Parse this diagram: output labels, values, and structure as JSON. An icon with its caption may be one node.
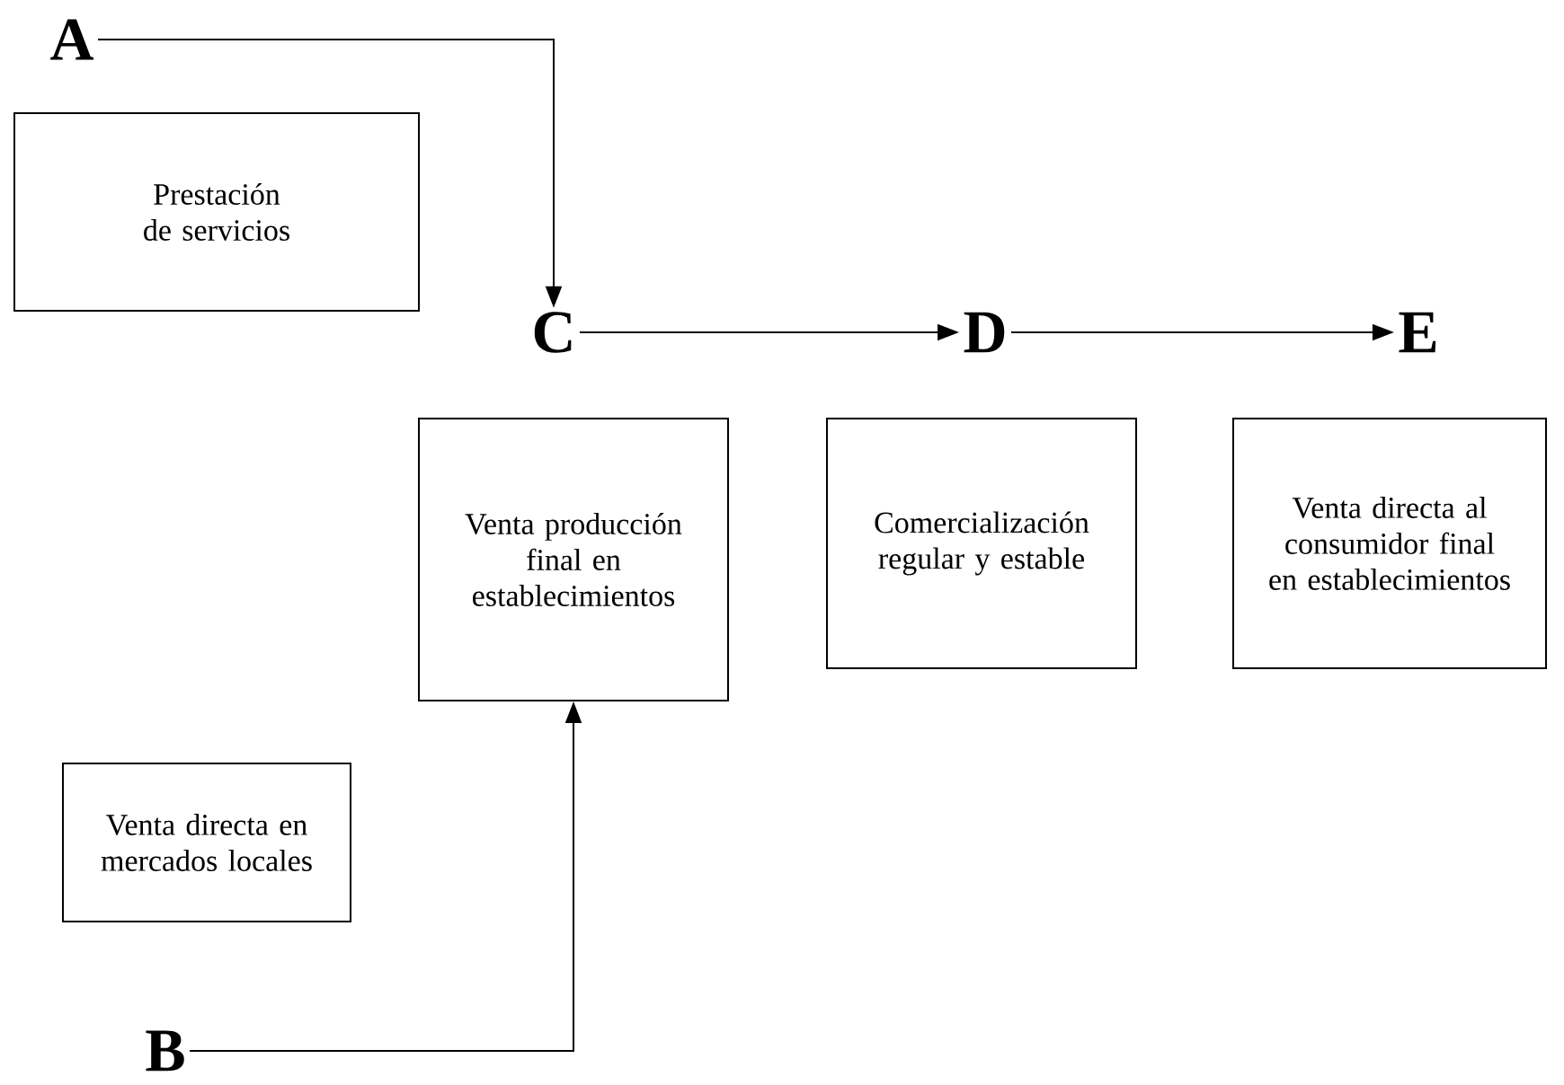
{
  "diagram": {
    "nodes": [
      {
        "text": [
          "A"
        ]
      },
      {
        "text": [
          "Prestación de servicios"
        ]
      },
      {
        "text": [
          "C"
        ]
      },
      {
        "text": [
          "D"
        ]
      },
      {
        "text": [
          "E"
        ]
      },
      {
        "text": [
          "Venta producción final en establecimientos"
        ]
      },
      {
        "text": [
          "Comercialización regular y estable"
        ]
      },
      {
        "text": [
          "Venta directa al consumidor final en establecimientos"
        ]
      },
      {
        "text": [
          "Venta directa en mercados locales"
        ]
      },
      {
        "text": [
          "B"
        ]
      }
    ],
    "edges": [
      {
        "from": 0,
        "to": 2,
        "arrow": "to"
      },
      {
        "from": 2,
        "to": 3,
        "arrow": "to"
      },
      {
        "from": 3,
        "to": 4,
        "arrow": "to"
      },
      {
        "from": 9,
        "to": 5,
        "arrow": "to"
      }
    ]
  }
}
